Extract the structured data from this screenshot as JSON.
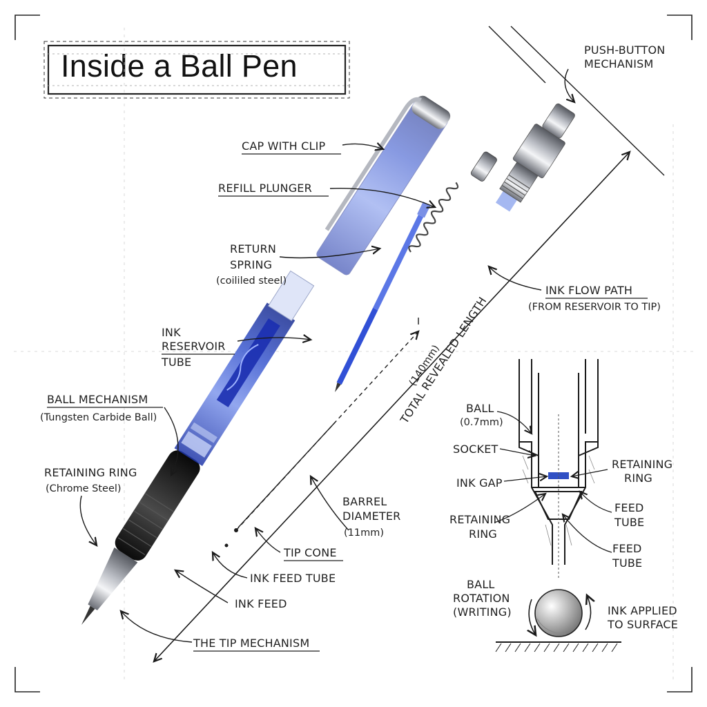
{
  "title": "Inside a Ball Pen",
  "labels": {
    "push_button": [
      "PUSH-BUTTON",
      "MECHANISM"
    ],
    "cap_with_clip": "CAP WITH CLIP",
    "refill_plunger": "REFILL PLUNGER",
    "return_spring": [
      "RETURN",
      "SPRING"
    ],
    "return_spring_note": "(coililed steel)",
    "ink_flow_path": "INK FLOW PATH",
    "ink_flow_note": "(FROM RESERVOIR TO TIP)",
    "ink_reservoir": [
      "INK",
      "RESERVOIR",
      "TUBE"
    ],
    "ball_mechanism": "BALL MECHANISM",
    "ball_mechanism_note": "(Tungsten Carbide Ball)",
    "retaining_ring": "RETAINING RING",
    "retaining_ring_note": "(Chrome Steel)",
    "length_value": "(140mm)",
    "length_label": "TOTAL REVEALED LENGTH",
    "barrel_diameter": [
      "BARREL",
      "DIAMETER"
    ],
    "barrel_diameter_value": "(11mm)",
    "tip_cone": "TIP CONE",
    "ink_feed_tube": "INK FEED TUBE",
    "ink_feed": "INK FEED",
    "tip_mechanism": "THE TIP MECHANISM"
  },
  "detail": {
    "ball": [
      "BALL",
      "(0.7mm)"
    ],
    "socket": "SOCKET",
    "ink_gap": "INK GAP",
    "retaining_ring_left": [
      "RETAINING",
      "RING"
    ],
    "retaining_ring_right": [
      "RETAINING",
      "RING"
    ],
    "feed_tube_upper": [
      "FEED",
      "TUBE"
    ],
    "feed_tube_lower": [
      "FEED",
      "TUBE"
    ],
    "ball_rotation": [
      "BALL",
      "ROTATION",
      "(WRITING)"
    ],
    "ink_applied": [
      "INK APPLIED",
      "TO SURFACE"
    ]
  },
  "colors": {
    "pen_blue": "#2f4fc4",
    "pen_blue_light": "#8fa6ee",
    "grip_black": "#1b1b1b",
    "chrome": "#c9ccd2",
    "ink_blue": "#1f3fd0"
  }
}
